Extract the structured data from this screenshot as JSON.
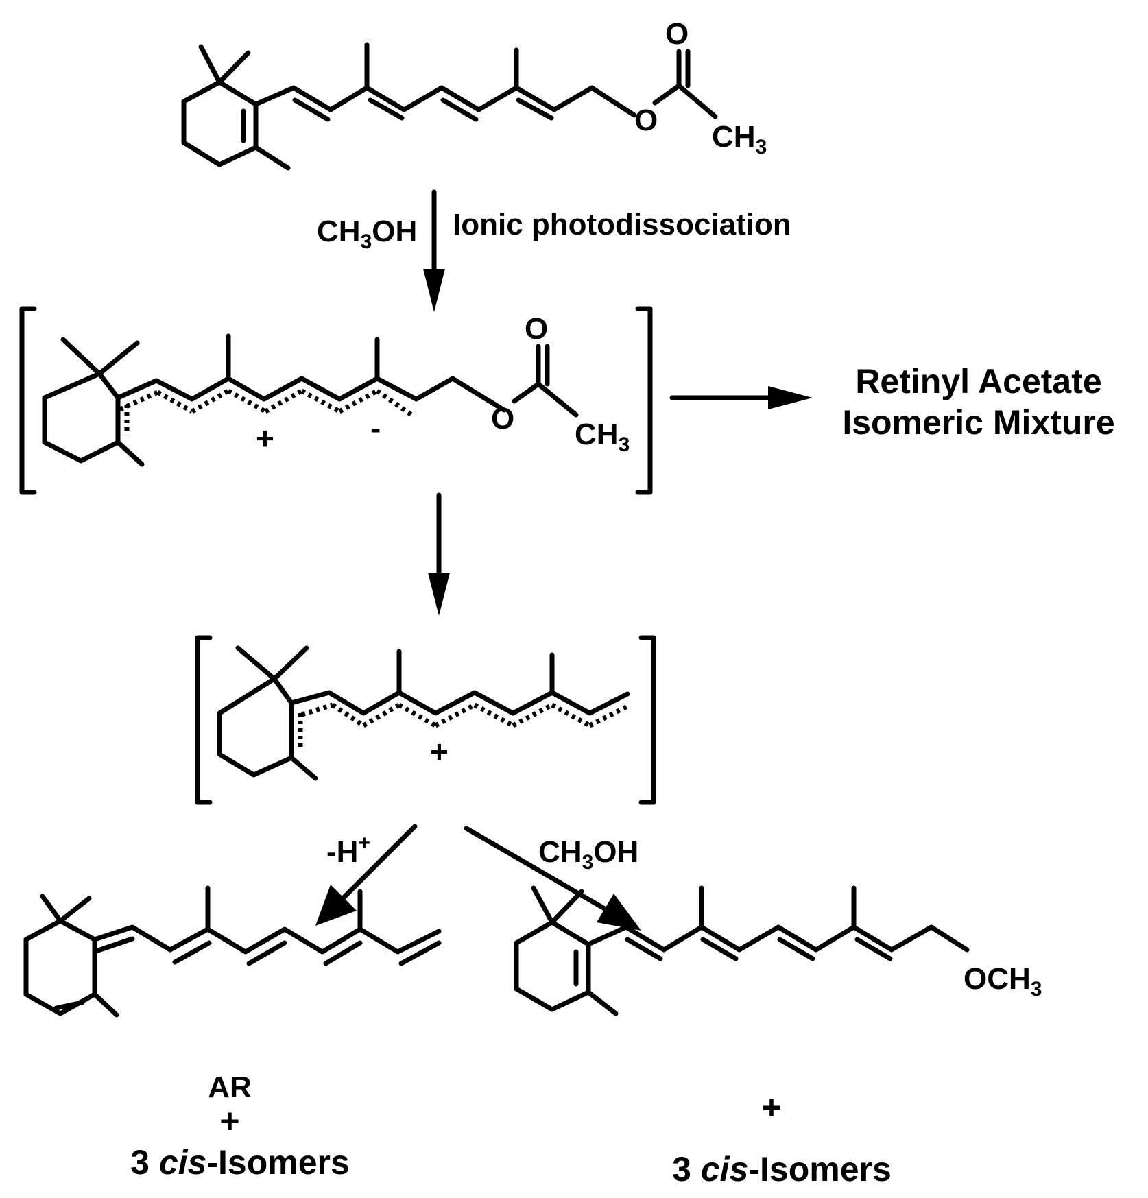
{
  "reactant": {
    "carbonyl_o": "O",
    "ester_o": "O",
    "methyl": "CH",
    "methyl_sub": "3"
  },
  "step1": {
    "reagent": "CH",
    "reagent_sub": "3",
    "reagent_tail": "OH",
    "condition": "Ionic photodissociation"
  },
  "ion_pair": {
    "carbonyl_o": "O",
    "ester_o": "O",
    "methyl": "CH",
    "methyl_sub": "3",
    "plus": "+",
    "minus": "-"
  },
  "side_product": {
    "line1": "Retinyl Acetate",
    "line2": "Isomeric Mixture"
  },
  "cation": {
    "plus": "+"
  },
  "branch_left": {
    "label": "-H",
    "label_sup": "+"
  },
  "branch_right": {
    "label": "CH",
    "label_sub": "3",
    "label_tail": "OH"
  },
  "product_left": {
    "code": "AR",
    "plus": "+",
    "count": "3 ",
    "isomer_italic": "cis",
    "isomer_rest": "-Isomers"
  },
  "product_right": {
    "group": "OCH",
    "group_sub": "3",
    "plus": "+",
    "count": "3 ",
    "isomer_italic": "cis",
    "isomer_rest": "-Isomers"
  }
}
